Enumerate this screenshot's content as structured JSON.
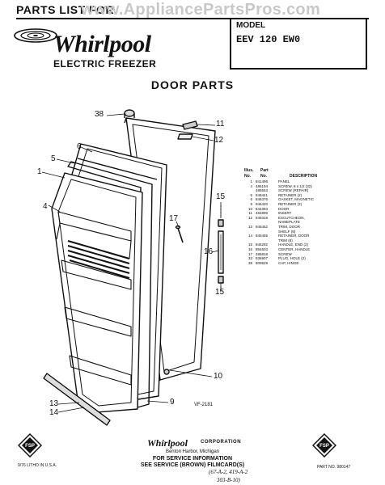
{
  "header": {
    "title": "PARTS LIST FOR",
    "watermark": "www.AppliancePartsPros.com",
    "brand": "Whirlpool",
    "subtitle": "ELECTRIC FREEZER",
    "model_label": "MODEL",
    "model_value": "EEV 120 EW0"
  },
  "section_title": "DOOR PARTS",
  "callouts": [
    "38",
    "11",
    "12",
    "6",
    "5",
    "1",
    "4",
    "17",
    "15",
    "16",
    "15",
    "10",
    "9",
    "13",
    "14"
  ],
  "figure_code": "VF-2181",
  "parts_table": {
    "headers": {
      "illus": "Illus.",
      "no": "No.",
      "part": "Part",
      "part_no": "No.",
      "description": "DESCRIPTION"
    },
    "rows": [
      {
        "no": "1",
        "part": "841498",
        "desc": "PANEL"
      },
      {
        "no": "4",
        "part": "486194",
        "desc": "SCREW, 8 x 1/2 (32)"
      },
      {
        "no": "",
        "part": "486553",
        "desc": "SCREW (REPAIR)"
      },
      {
        "no": "5",
        "part": "848441",
        "desc": "RETAINER (2)"
      },
      {
        "no": "6",
        "part": "846376",
        "desc": "GASKET, MAGNETIC"
      },
      {
        "no": "9",
        "part": "846420",
        "desc": "RETAINER (2)"
      },
      {
        "no": "10",
        "part": "844383",
        "desc": "DOOR"
      },
      {
        "no": "11",
        "part": "484899",
        "desc": "INSERT"
      },
      {
        "no": "12",
        "part": "849318",
        "desc": "ESCUTCHEON,"
      },
      {
        "no": "",
        "part": "",
        "desc": "NAMEPLATE"
      },
      {
        "no": "13",
        "part": "845452",
        "desc": "TRIM, DOOR"
      },
      {
        "no": "",
        "part": "",
        "desc": "SHELF (8)"
      },
      {
        "no": "14",
        "part": "845455",
        "desc": "RETAINER, DOOR"
      },
      {
        "no": "",
        "part": "",
        "desc": "TRIM (8)"
      },
      {
        "no": "15",
        "part": "845292",
        "desc": "HANDLE, END (2)"
      },
      {
        "no": "16",
        "part": "884603",
        "desc": "CENTER, HANDLE"
      },
      {
        "no": "17",
        "part": "486818",
        "desc": "SCREW"
      },
      {
        "no": "33",
        "part": "836907",
        "desc": "PLUG, HOLE (2)"
      },
      {
        "no": "38",
        "part": "809929",
        "desc": "CAP, HINGE"
      }
    ]
  },
  "footer": {
    "fsp": "FSP",
    "brand": "Whirlpool",
    "corporation": "CORPORATION",
    "city": "Benton Harbor, Michigan",
    "service_info": "FOR SERVICE INFORMATION",
    "film_card": "SEE SERVICE (BROWN) FILMCARD(S)",
    "handwritten_1": "(67-A-2, 419-A-2",
    "handwritten_2": "303-B-10)",
    "litho": "9/76 LITHO IN U.S.A.",
    "part_no": "PART NO. 980147"
  }
}
